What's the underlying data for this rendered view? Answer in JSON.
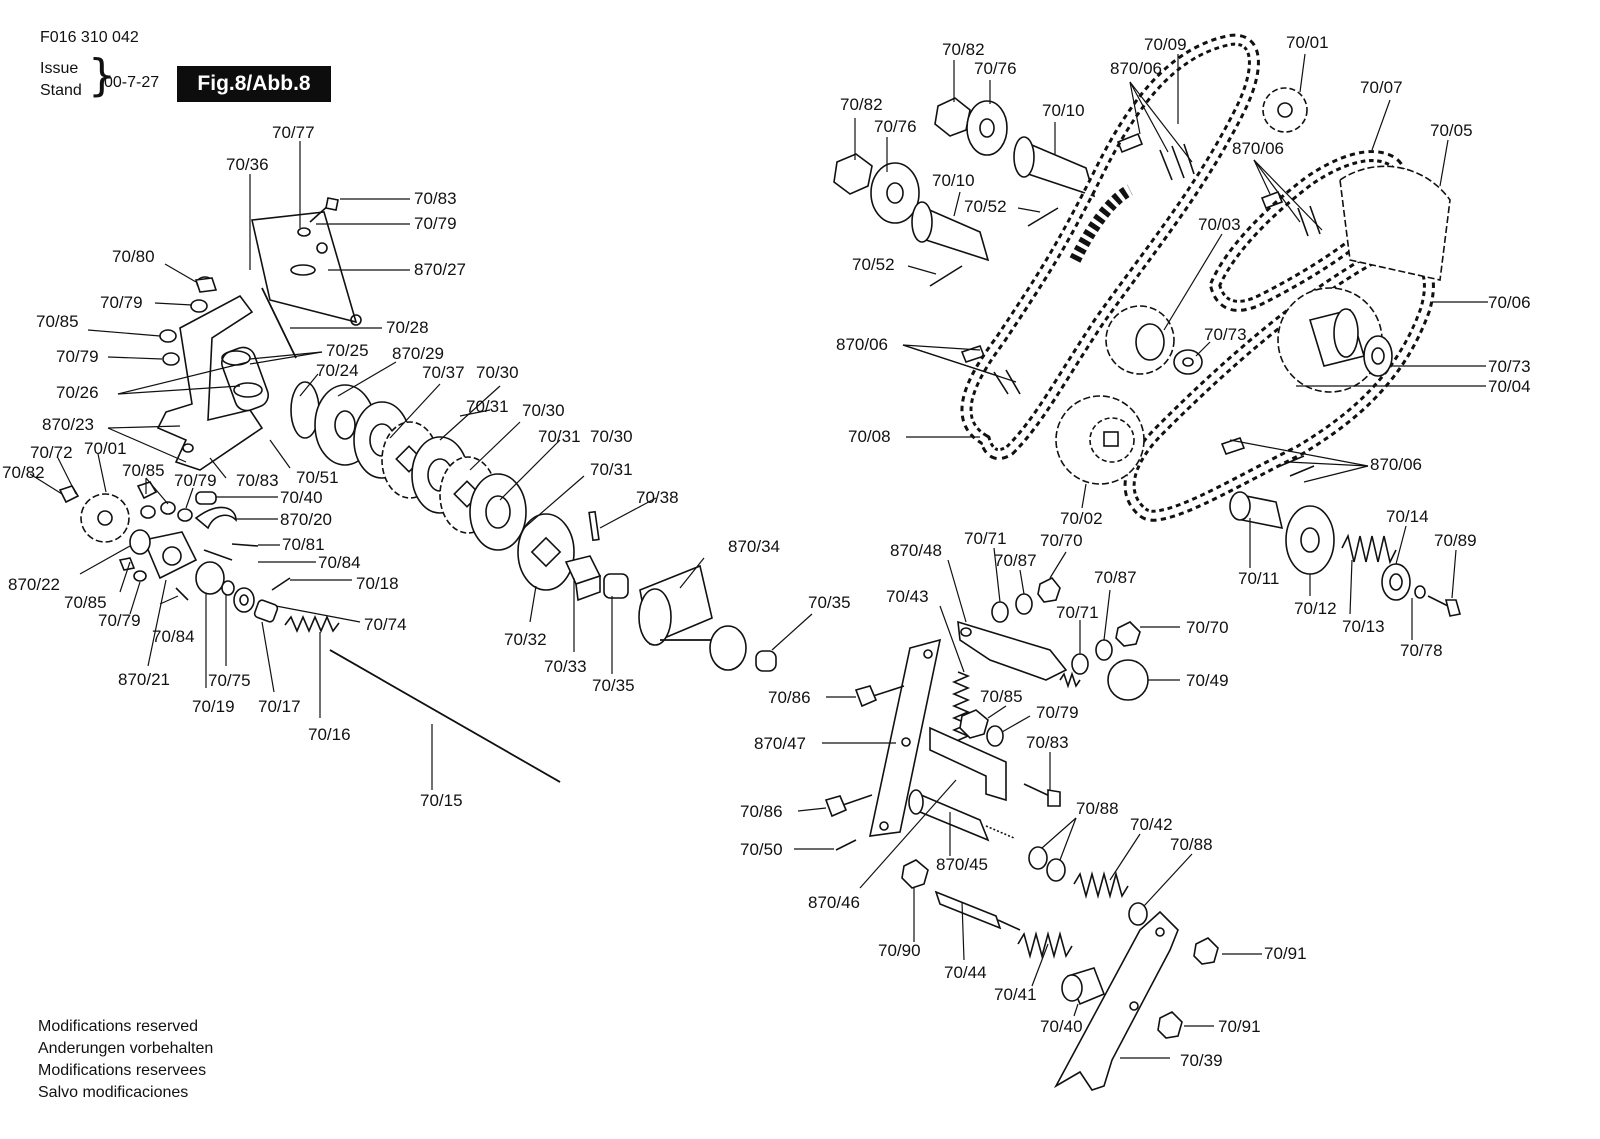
{
  "header": {
    "doc_number": "F016 310 042",
    "issue_label": "Issue",
    "stand_label": "Stand",
    "brace": "}",
    "date": "00-7-27",
    "figure": "Fig.8/Abb.8"
  },
  "footer": {
    "line1": "Modifications reserved",
    "line2": "Anderungen vorbehalten",
    "line3": "Modifications reservees",
    "line4": "Salvo modificaciones"
  },
  "labels": {
    "l01": "70/77",
    "l02": "70/36",
    "l03": "70/83",
    "l04": "70/79",
    "l05": "870/27",
    "l06": "70/80",
    "l07": "70/79",
    "l08": "70/85",
    "l09": "70/28",
    "l10": "70/79",
    "l11": "70/25",
    "l12": "870/29",
    "l13": "70/26",
    "l14": "70/24",
    "l15": "70/37",
    "l16": "70/30",
    "l17": "70/31",
    "l18": "70/30",
    "l19": "870/23",
    "l20": "70/31",
    "l21": "70/30",
    "l22": "70/72",
    "l23": "70/01",
    "l24": "70/83",
    "l25": "70/51",
    "l26": "70/31",
    "l27": "70/82",
    "l28": "70/85",
    "l29": "70/79",
    "l30": "70/40",
    "l31": "870/20",
    "l32": "70/38",
    "l33": "70/81",
    "l34": "870/34",
    "l35": "870/22",
    "l36": "70/84",
    "l37": "70/85",
    "l38": "70/18",
    "l39": "70/79",
    "l40": "70/74",
    "l41": "70/84",
    "l42": "70/32",
    "l43": "70/35",
    "l44": "870/21",
    "l45": "70/75",
    "l46": "70/33",
    "l47": "70/35",
    "l48": "70/19",
    "l49": "70/17",
    "l50": "70/16",
    "l51": "70/15",
    "r01": "70/82",
    "r02": "70/09",
    "r03": "70/01",
    "r04": "70/76",
    "r05": "870/06",
    "r06": "70/07",
    "r07": "70/82",
    "r08": "70/10",
    "r09": "70/76",
    "r10": "870/06",
    "r11": "70/05",
    "r12": "70/10",
    "r13": "70/52",
    "r14": "70/03",
    "r15": "70/52",
    "r16": "70/06",
    "r17": "870/06",
    "r18": "70/73",
    "r19": "70/73",
    "r20": "70/04",
    "r21": "70/08",
    "r22": "870/06",
    "r23": "70/02",
    "r24": "70/14",
    "r25": "70/89",
    "r26": "70/11",
    "r27": "70/12",
    "r28": "70/13",
    "r29": "70/78",
    "b01": "870/48",
    "b02": "70/71",
    "b03": "70/70",
    "b04": "70/87",
    "b05": "70/87",
    "b06": "70/43",
    "b07": "70/71",
    "b08": "70/70",
    "b09": "70/49",
    "b10": "70/86",
    "b11": "70/85",
    "b12": "70/79",
    "b13": "870/47",
    "b14": "70/83",
    "b15": "70/86",
    "b16": "70/88",
    "b17": "70/42",
    "b18": "70/88",
    "b19": "70/50",
    "b20": "870/45",
    "b21": "870/46",
    "b22": "70/90",
    "b23": "70/44",
    "b24": "70/91",
    "b25": "70/41",
    "b26": "70/40",
    "b27": "70/91",
    "b28": "70/39"
  }
}
